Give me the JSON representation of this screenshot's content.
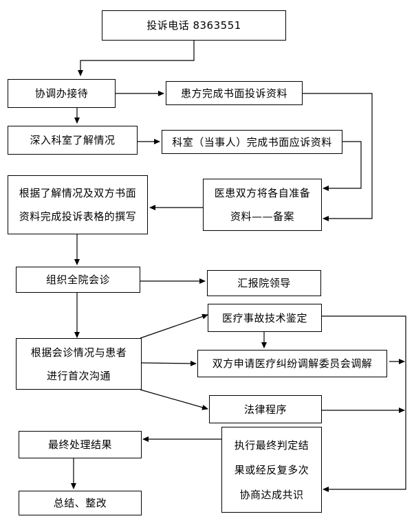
{
  "flowchart": {
    "hotline": "投诉电话 8363551",
    "reception": "协调办接待",
    "patient_materials": "患方完成书面投诉资料",
    "investigate": "深入科室了解情况",
    "dept_materials": "科室（当事人）完成书面应诉资料",
    "prepare": [
      "医患双方将各自准备",
      "资料——备案"
    ],
    "form": [
      "根据了解情况及双方书面",
      "资料完成投诉表格的撰写"
    ],
    "consult": "组织全院会诊",
    "report": "汇报院领导",
    "first_comm": [
      "根据会诊情况与患者",
      "进行首次沟通"
    ],
    "appraisal": "医疗事故技术鉴定",
    "mediation": "双方申请医疗纠纷调解委员会调解",
    "legal": "法律程序",
    "execute": [
      "执行最终判定结",
      "果或经反复多次",
      "协商达成共识"
    ],
    "final": "最终处理结果",
    "summary": "总结、整改"
  }
}
